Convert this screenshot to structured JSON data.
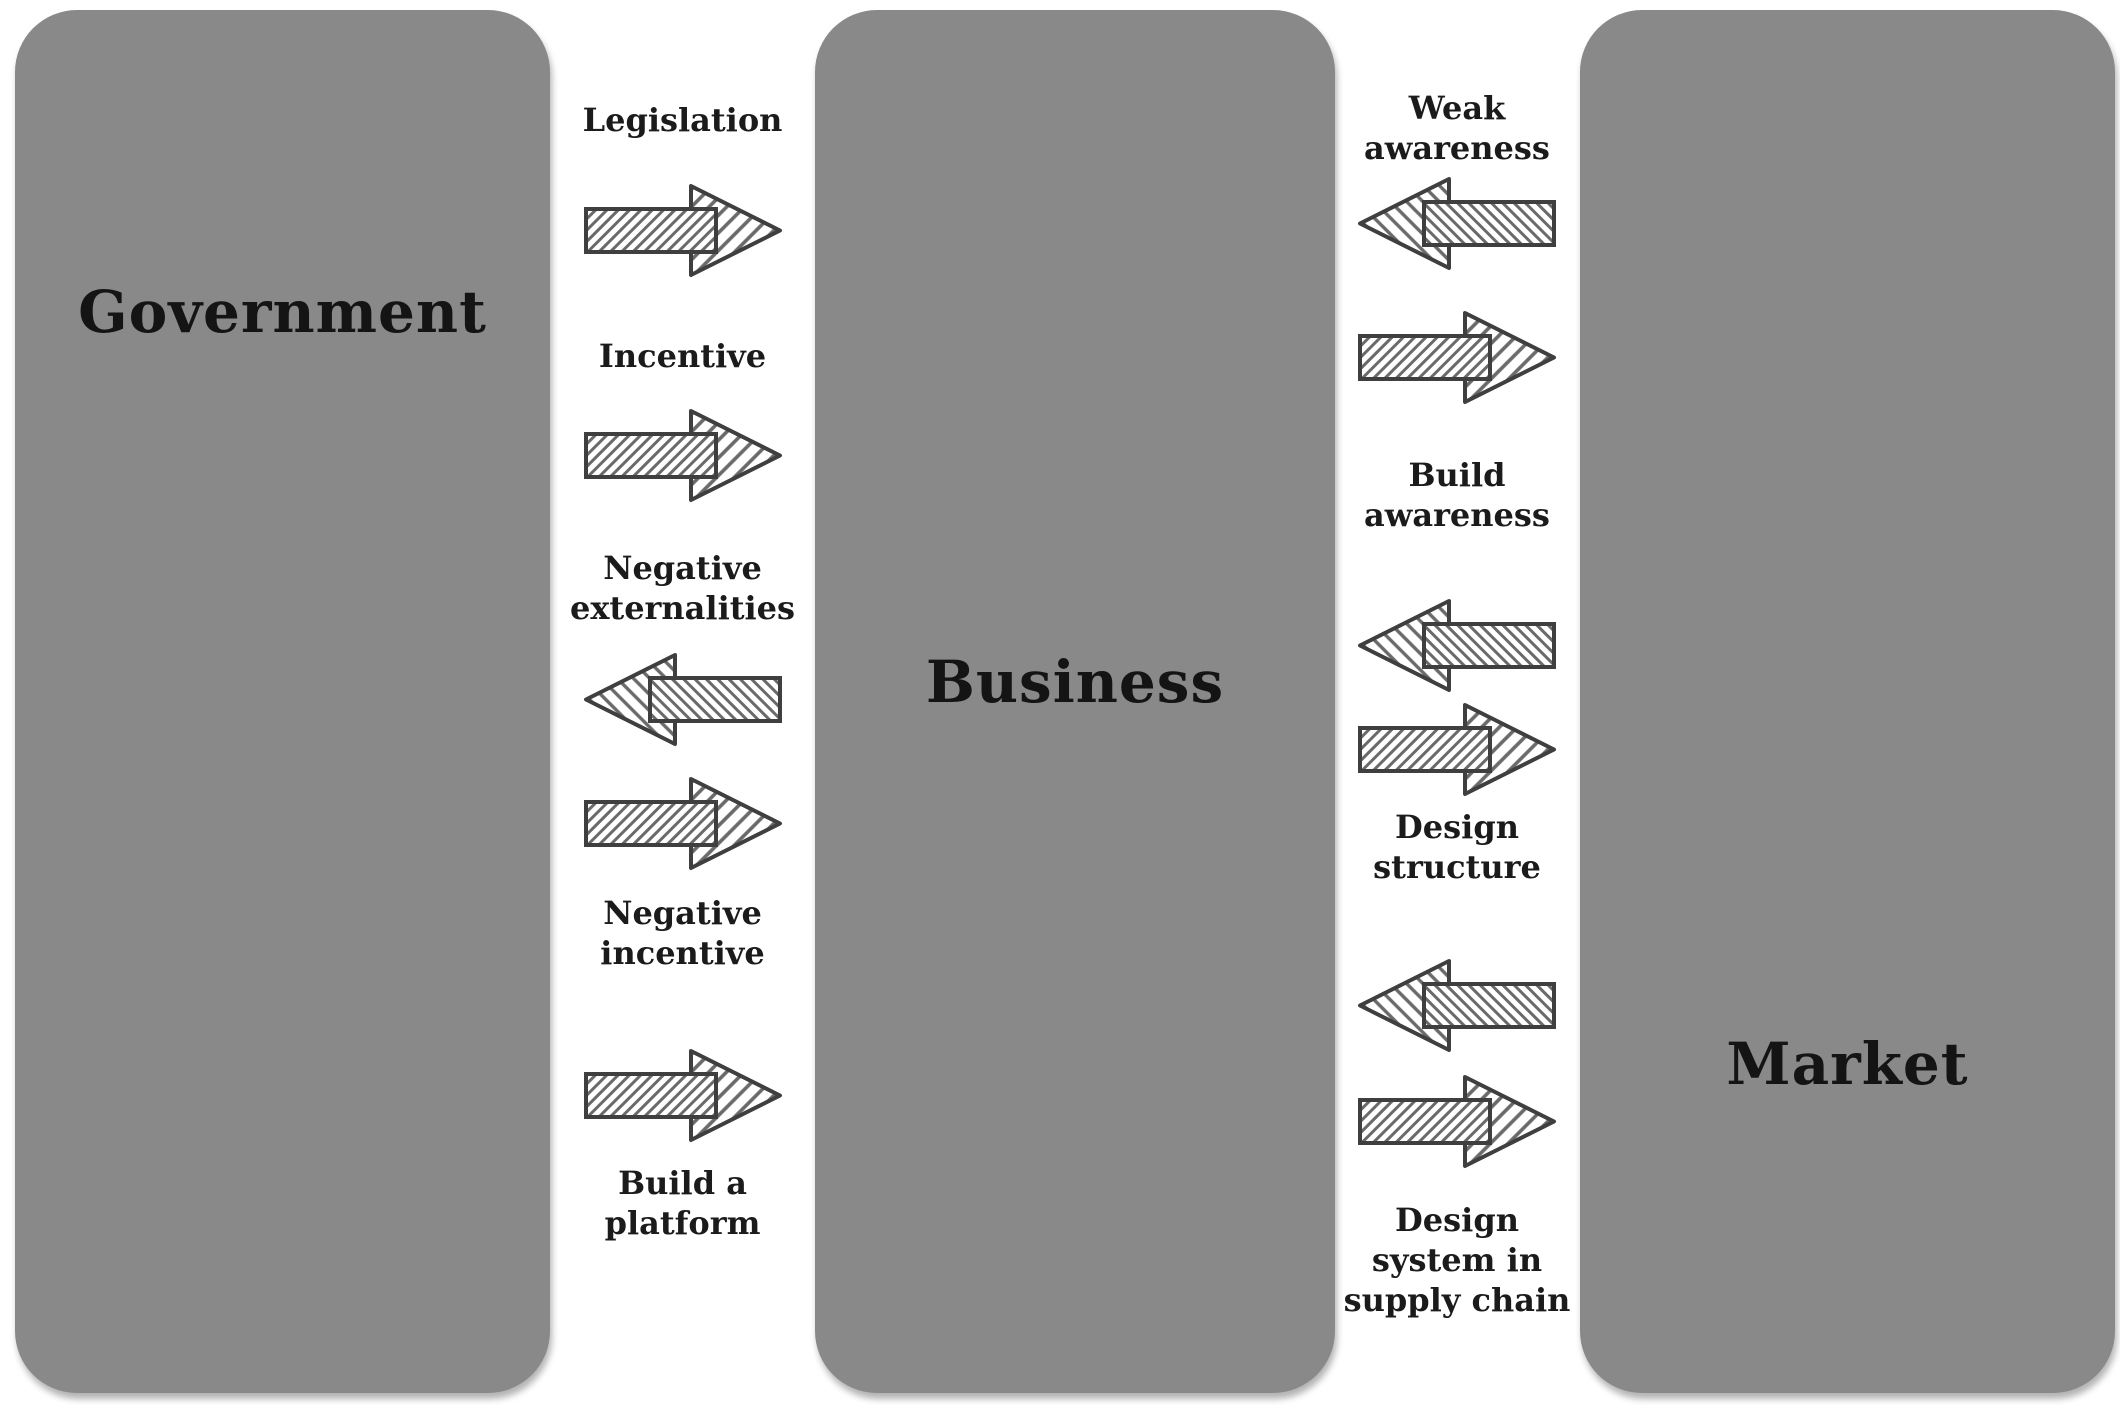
{
  "diagram": {
    "colors": {
      "background": "#ffffff",
      "box_fill": "#898989",
      "title_text": "#141414",
      "label_text": "#1b1b1b",
      "arrow_outline": "#3f3f3f",
      "arrow_hatch": "#6a6a6a",
      "arrow_fill": "#ffffff"
    },
    "entities": [
      {
        "id": "government",
        "label": "Government"
      },
      {
        "id": "business",
        "label": "Business"
      },
      {
        "id": "market",
        "label": "Market"
      }
    ],
    "government_business_channel": {
      "items": [
        {
          "type": "label",
          "text": "Legislation"
        },
        {
          "type": "arrow",
          "direction": "right"
        },
        {
          "type": "label",
          "text": "Incentive"
        },
        {
          "type": "arrow",
          "direction": "right"
        },
        {
          "type": "label",
          "text": "Negative\nexternalities"
        },
        {
          "type": "arrow",
          "direction": "left"
        },
        {
          "type": "arrow",
          "direction": "right"
        },
        {
          "type": "label",
          "text": "Negative\nincentive"
        },
        {
          "type": "arrow",
          "direction": "right"
        },
        {
          "type": "label",
          "text": "Build a\nplatform"
        }
      ]
    },
    "business_market_channel": {
      "items": [
        {
          "type": "label",
          "text": "Weak\nawareness"
        },
        {
          "type": "arrow",
          "direction": "left"
        },
        {
          "type": "arrow",
          "direction": "right"
        },
        {
          "type": "label",
          "text": "Build\nawareness"
        },
        {
          "type": "arrow",
          "direction": "left"
        },
        {
          "type": "arrow",
          "direction": "right"
        },
        {
          "type": "label",
          "text": "Design\nstructure"
        },
        {
          "type": "arrow",
          "direction": "left"
        },
        {
          "type": "arrow",
          "direction": "right"
        },
        {
          "type": "label",
          "text": "Design\nsystem in\nsupply chain"
        }
      ]
    }
  }
}
